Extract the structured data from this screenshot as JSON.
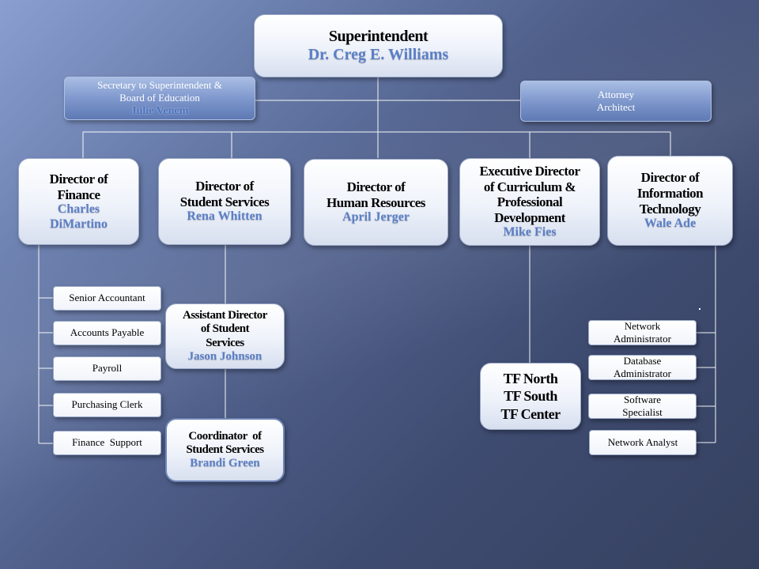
{
  "superintendent": {
    "role": "Superintendent",
    "name": "Dr. Creg E. Williams"
  },
  "secretary": {
    "line1": "Secretary to Superintendent &",
    "line2": "Board of Education",
    "name": "Julie Venem"
  },
  "attorney": {
    "line1": "Attorney",
    "line2": "Architect"
  },
  "directors": [
    {
      "role_lines": [
        "Director of",
        "Finance"
      ],
      "name_lines": [
        "Charles",
        "DiMartino"
      ]
    },
    {
      "role_lines": [
        "Director of",
        "Student Services"
      ],
      "name_lines": [
        "Rena Whitten"
      ]
    },
    {
      "role_lines": [
        "Director of",
        "Human Resources"
      ],
      "name_lines": [
        "April Jerger"
      ]
    },
    {
      "role_lines": [
        "Executive Director",
        "of Curriculum &",
        "Professional",
        "Development"
      ],
      "name_lines": [
        "Mike Fies"
      ]
    },
    {
      "role_lines": [
        "Director of",
        "Information",
        "Technology"
      ],
      "name_lines": [
        "Wale Ade"
      ]
    }
  ],
  "finance_staff": [
    "Senior Accountant",
    "Accounts Payable",
    "Payroll",
    "Purchasing Clerk",
    "Finance  Support"
  ],
  "assistant_director": {
    "role_lines": [
      "Assistant Director",
      "of Student",
      "Services"
    ],
    "name": "Jason Johnson"
  },
  "coordinator": {
    "role_lines": [
      "Coordinator  of",
      "Student Services"
    ],
    "name": "Brandi Green"
  },
  "schools": [
    "TF North",
    "TF South",
    "TF Center"
  ],
  "it_staff": [
    {
      "lines": [
        "Network",
        "Administrator"
      ]
    },
    {
      "lines": [
        "Database",
        "Administrator"
      ]
    },
    {
      "lines": [
        "Software",
        "Specialist"
      ]
    },
    {
      "lines": [
        "Network Analyst"
      ]
    }
  ],
  "colors": {
    "name_accent": "#5b7fc7",
    "line": "#ffffff",
    "background": "#4f5f8a"
  }
}
